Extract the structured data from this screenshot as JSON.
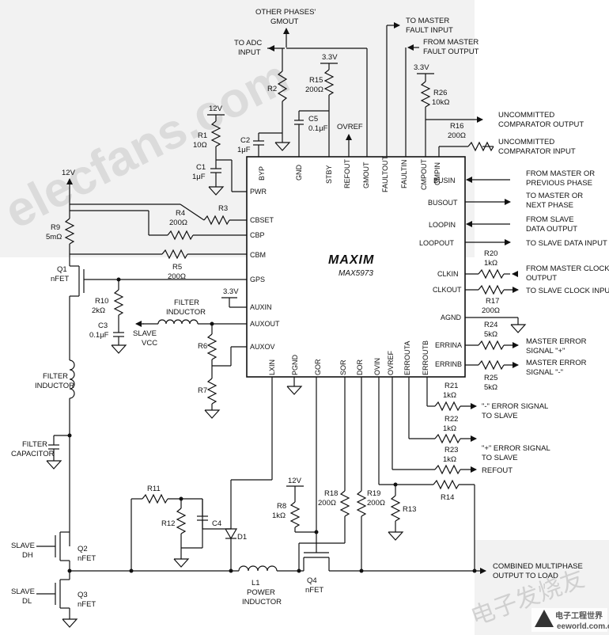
{
  "ic": {
    "logo": "MAXIM",
    "part": "MAX5973",
    "left_pins": [
      "PWR",
      "CBSET",
      "CBP",
      "CBM",
      "GPS",
      "AUXIN",
      "AUXOUT",
      "AUXOV"
    ],
    "top_pins": [
      "BYP",
      "GND",
      "STBY",
      "REFOUT",
      "GMOUT",
      "FAULTOUT",
      "FAULTIN",
      "CMPOUT",
      "CMPIN"
    ],
    "right_pins": [
      "BUSIN",
      "BUSOUT",
      "LOOPIN",
      "LOOPOUT",
      "CLKIN",
      "CLKOUT",
      "AGND",
      "ERRINA",
      "ERRINB"
    ],
    "bottom_pins": [
      "LXIN",
      "PGND",
      "GOR",
      "SOR",
      "DOR",
      "OVIN",
      "OVREF",
      "ERROUTA",
      "ERROUTB"
    ]
  },
  "labels": {
    "other_phases": "OTHER PHASES'",
    "gmout": "GMOUT",
    "to_adc": "TO ADC",
    "input": "INPUT",
    "v33a": "3.3V",
    "r15": "R15",
    "r15v": "200Ω",
    "r2": "R2",
    "c5": "C5",
    "c5v": "0.1μF",
    "ovref": "OVREF",
    "c2": "C2",
    "c2v": "1μF",
    "v12a": "12V",
    "r1": "R1",
    "r1v": "10Ω",
    "c1": "C1",
    "c1v": "1μF",
    "to_master_fault": "TO MASTER",
    "fault_input": "FAULT INPUT",
    "from_master_fault": "FROM MASTER",
    "fault_output": "FAULT OUTPUT",
    "v33b": "3.3V",
    "r26": "R26",
    "r26v": "10kΩ",
    "unc_out1": "UNCOMMITTED",
    "unc_out2": "COMPARATOR OUTPUT",
    "r16": "R16",
    "r16v": "200Ω",
    "unc_in1": "UNCOMMITTED",
    "unc_in2": "COMPARATOR INPUT",
    "v12b": "12V",
    "r9": "R9",
    "r9v": "5mΩ",
    "r4": "R4",
    "r4v": "200Ω",
    "r3": "R3",
    "r5": "R5",
    "r5v": "200Ω",
    "q1": "Q1",
    "q1t": "nFET",
    "r10": "R10",
    "r10v": "2kΩ",
    "c3": "C3",
    "c3v": "0.1μF",
    "v33c": "3.3V",
    "filter": "FILTER",
    "inductor": "INDUCTOR",
    "slave": "SLAVE",
    "vcc": "VCC",
    "r6": "R6",
    "r7": "R7",
    "filter2": "FILTER",
    "inductor2": "INDUCTOR",
    "filter3": "FILTER",
    "capacitor": "CAPACITOR",
    "from_master_or": "FROM MASTER OR",
    "previous_phase": "PREVIOUS PHASE",
    "to_master_or": "TO MASTER OR",
    "next_phase": "NEXT PHASE",
    "from_slave": "FROM SLAVE",
    "data_output": "DATA OUTPUT",
    "to_slave_data": "TO SLAVE DATA INPUT",
    "r20": "R20",
    "r20v": "1kΩ",
    "from_master_clock": "FROM MASTER CLOCK",
    "output": "OUTPUT",
    "to_slave_clock": "TO SLAVE CLOCK INPUT",
    "r17": "R17",
    "r17v": "200Ω",
    "r24": "R24",
    "r24v": "5kΩ",
    "master_err": "MASTER ERROR",
    "signal_plus": "SIGNAL \"+\"",
    "r25": "R25",
    "r25v": "5kΩ",
    "master_err2": "MASTER ERROR",
    "signal_minus": "SIGNAL \"-\"",
    "r21": "R21",
    "r21v": "1kΩ",
    "minus_err": "\"-\" ERROR SIGNAL",
    "to_slave1": "TO SLAVE",
    "r22": "R22",
    "r22v": "1kΩ",
    "plus_err": "\"+\" ERROR SIGNAL",
    "to_slave2": "TO SLAVE",
    "r23": "R23",
    "r23v": "1kΩ",
    "refout": "REFOUT",
    "r14": "R14",
    "r11": "R11",
    "r12": "R12",
    "c4": "C4",
    "d1": "D1",
    "v12c": "12V",
    "r8": "R8",
    "r8v": "1kΩ",
    "r18": "R18",
    "r18v": "200Ω",
    "r19": "R19",
    "r19v": "200Ω",
    "r13": "R13",
    "slave_dh1": "SLAVE",
    "slave_dh2": "DH",
    "q2": "Q2",
    "q2t": "nFET",
    "slave_dl1": "SLAVE",
    "slave_dl2": "DL",
    "q3": "Q3",
    "q3t": "nFET",
    "l1": "L1",
    "power": "POWER",
    "inductor3": "INDUCTOR",
    "q4": "Q4",
    "q4t": "nFET",
    "combined1": "COMBINED MULTIPHASE",
    "combined2": "OUTPUT TO LOAD"
  },
  "watermarks": {
    "elecfans": "elecfans.com",
    "cn": "电子发烧友",
    "site": "电子工程世界",
    "url": "eeworld.com.cn"
  }
}
